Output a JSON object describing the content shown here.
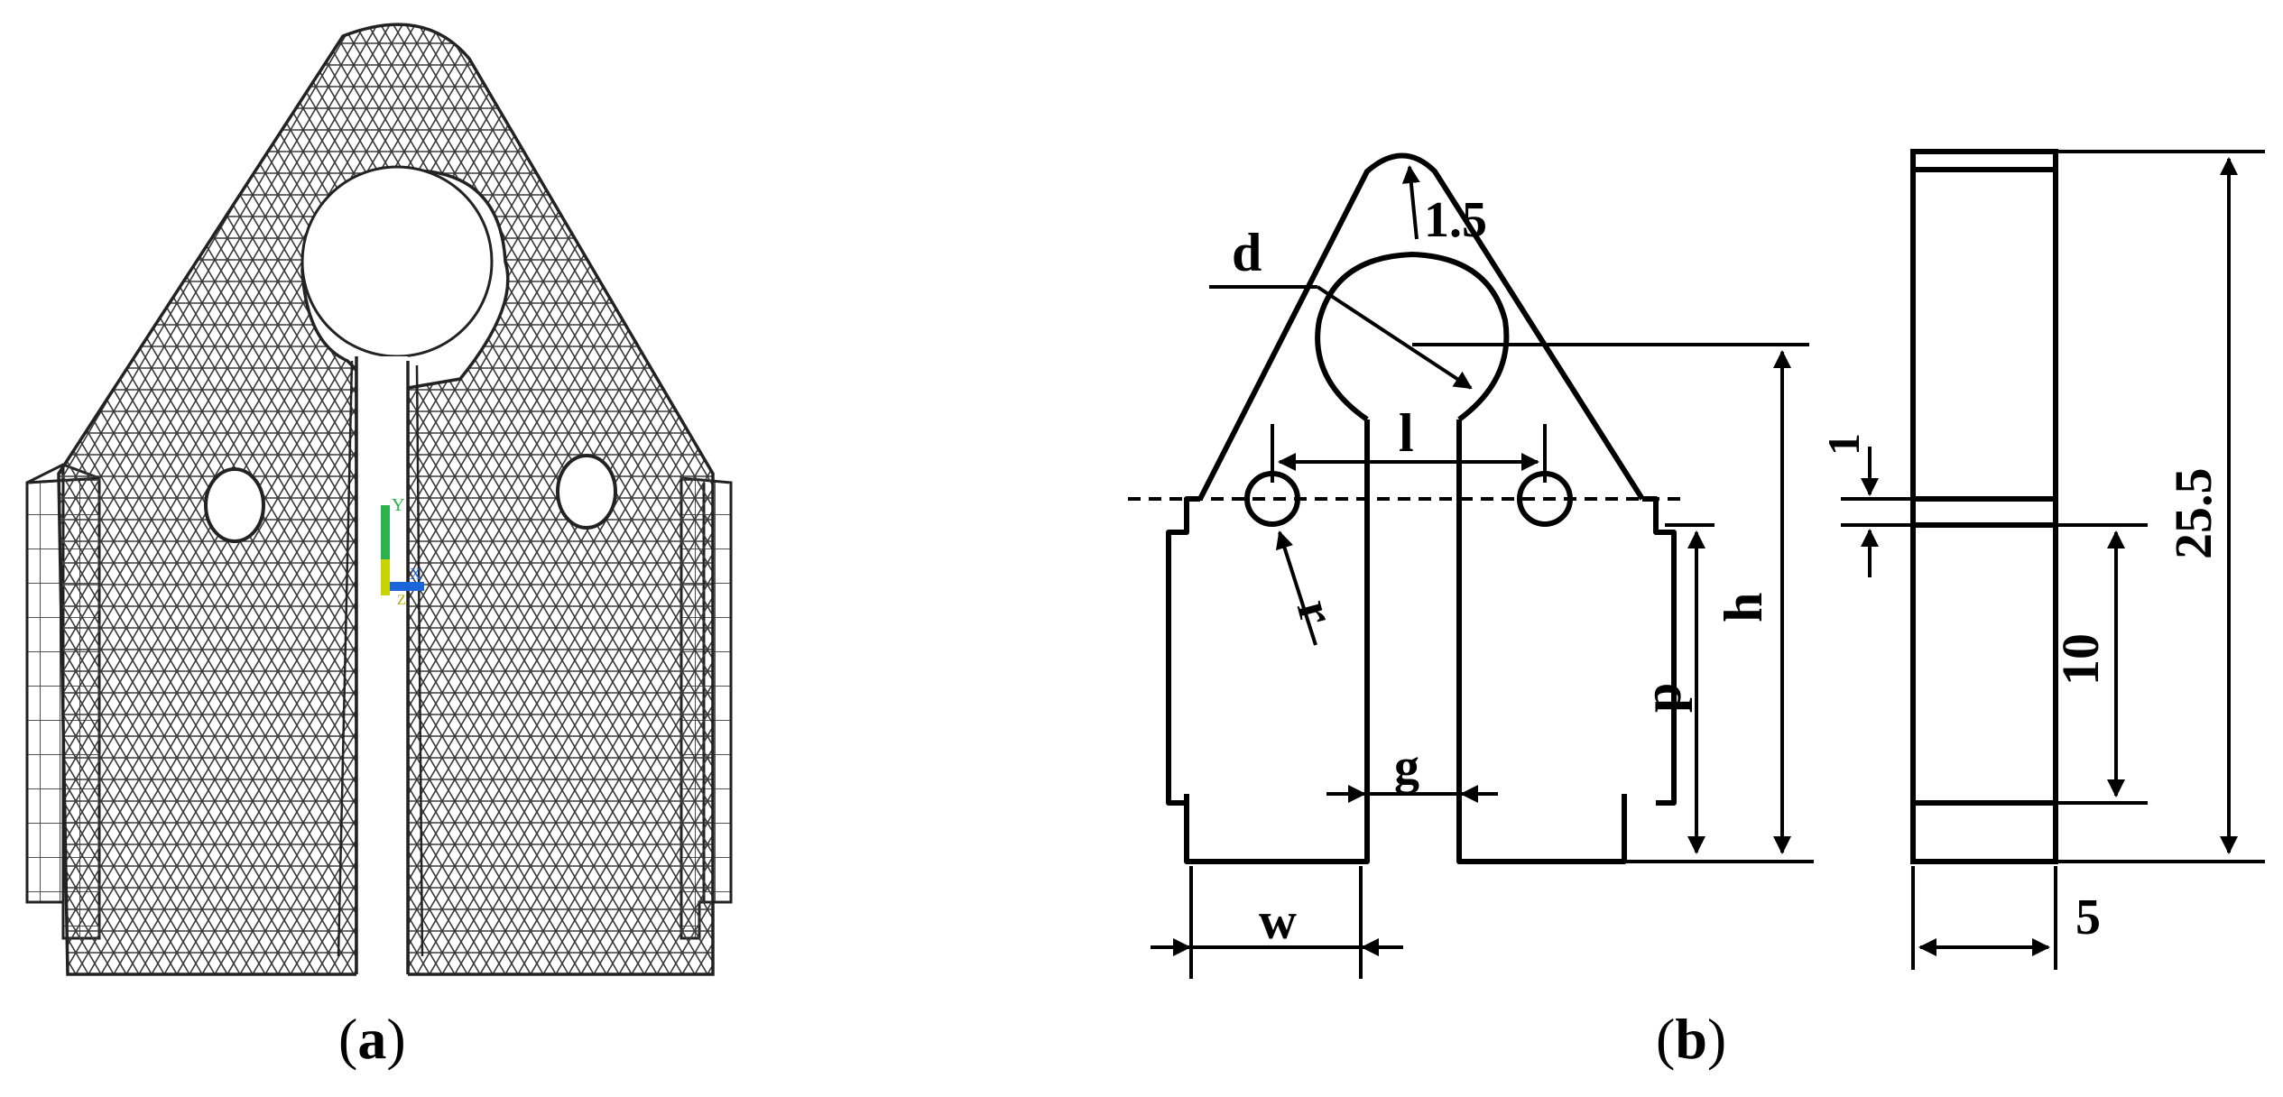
{
  "panel_a": {
    "caption_open": "(",
    "caption_letter": "a",
    "caption_close": ")",
    "axis_triad": {
      "y": "Y",
      "x": "X",
      "z": "Z"
    }
  },
  "panel_b": {
    "caption_open": "(",
    "caption_letter": "b",
    "caption_close": ")",
    "labels": {
      "tip_radius": "1.5",
      "hole_diameter": "d",
      "pin_distance": "l",
      "pin_radius": "r",
      "height": "h",
      "depth": "p",
      "gap": "g",
      "width": "w",
      "small_gap": "1",
      "side_height": "10",
      "total_height": "25.5",
      "thickness": "5"
    }
  },
  "colors": {
    "line": "#000000",
    "mesh": "#333333",
    "axis_y": "#2bb24c",
    "axis_x": "#1a66d8",
    "axis_z": "#c7d400"
  }
}
